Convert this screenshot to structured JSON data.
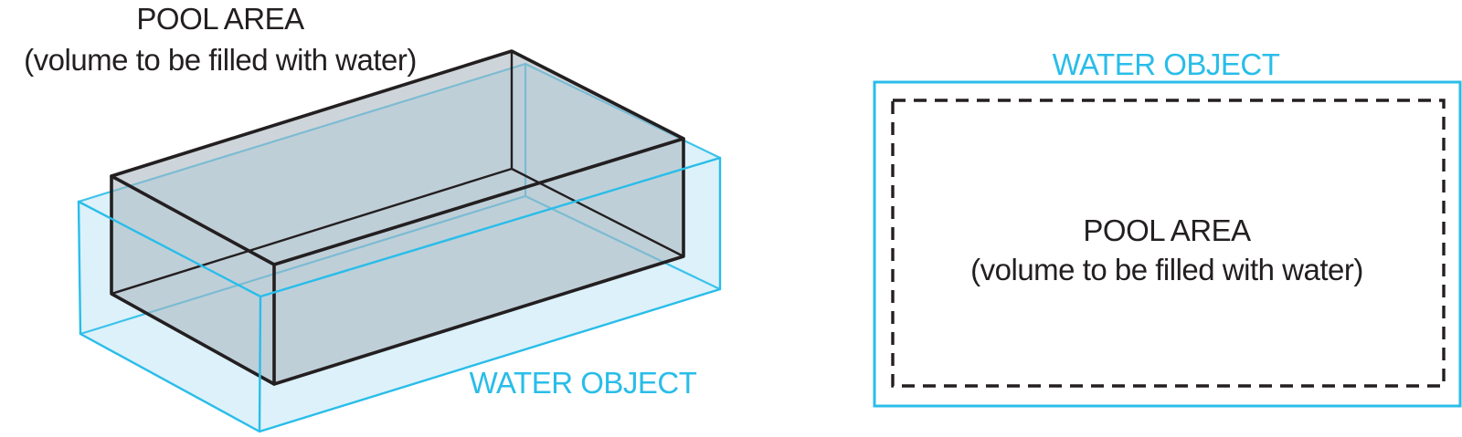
{
  "colors": {
    "cyan": "#29bde9",
    "water-fill": "#dcf1fa",
    "pool-gray": "#aab6c0",
    "ink": "#231f20"
  },
  "left_figure": {
    "title_line1": "POOL AREA",
    "title_line2": "(volume to be filled with water)",
    "water_label": "WATER OBJECT"
  },
  "right_figure": {
    "water_label": "WATER OBJECT",
    "area_line1": "POOL AREA",
    "area_line2": "(volume to be filled with water)"
  }
}
